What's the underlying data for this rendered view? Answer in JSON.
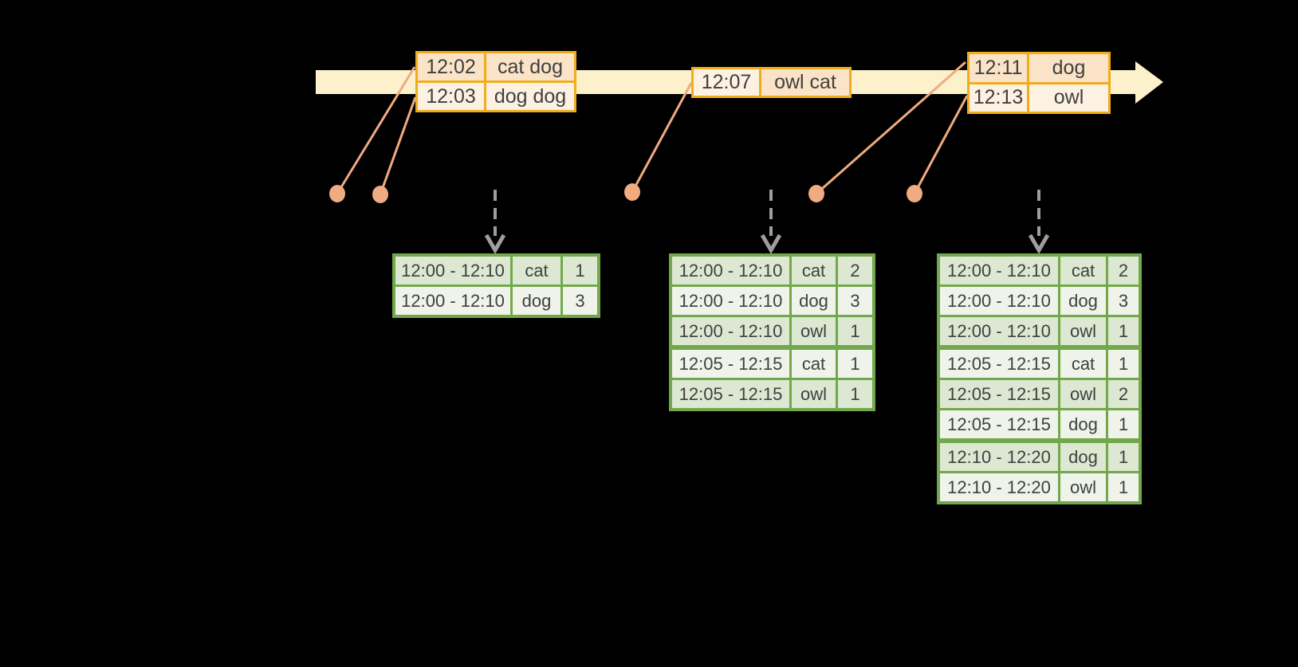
{
  "diagram": {
    "event_tables": [
      {
        "rows": [
          {
            "time": "12:02",
            "words": "cat dog"
          },
          {
            "time": "12:03",
            "words": "dog dog"
          }
        ]
      },
      {
        "rows": [
          {
            "time": "12:07",
            "words": "owl cat"
          }
        ]
      },
      {
        "rows": [
          {
            "time": "12:11",
            "words": "dog"
          },
          {
            "time": "12:13",
            "words": "owl"
          }
        ]
      }
    ],
    "result_tables": [
      {
        "groups": [
          {
            "rows": [
              {
                "window": "12:00 - 12:10",
                "word": "cat",
                "count": "1"
              },
              {
                "window": "12:00 - 12:10",
                "word": "dog",
                "count": "3"
              }
            ]
          }
        ]
      },
      {
        "groups": [
          {
            "rows": [
              {
                "window": "12:00 - 12:10",
                "word": "cat",
                "count": "2"
              },
              {
                "window": "12:00 - 12:10",
                "word": "dog",
                "count": "3"
              },
              {
                "window": "12:00 - 12:10",
                "word": "owl",
                "count": "1"
              }
            ]
          },
          {
            "rows": [
              {
                "window": "12:05 - 12:15",
                "word": "cat",
                "count": "1"
              },
              {
                "window": "12:05 - 12:15",
                "word": "owl",
                "count": "1"
              }
            ]
          }
        ]
      },
      {
        "groups": [
          {
            "rows": [
              {
                "window": "12:00 - 12:10",
                "word": "cat",
                "count": "2"
              },
              {
                "window": "12:00 - 12:10",
                "word": "dog",
                "count": "3"
              },
              {
                "window": "12:00 - 12:10",
                "word": "owl",
                "count": "1"
              }
            ]
          },
          {
            "rows": [
              {
                "window": "12:05 - 12:15",
                "word": "cat",
                "count": "1"
              },
              {
                "window": "12:05 - 12:15",
                "word": "owl",
                "count": "2"
              },
              {
                "window": "12:05 - 12:15",
                "word": "dog",
                "count": "1"
              }
            ]
          },
          {
            "rows": [
              {
                "window": "12:10 - 12:20",
                "word": "dog",
                "count": "1"
              },
              {
                "window": "12:10 - 12:20",
                "word": "owl",
                "count": "1"
              }
            ]
          }
        ]
      }
    ],
    "colors": {
      "background": "#000000",
      "timeline_yellow": "#FCF1CB",
      "event_border_gold": "#F1AC1C",
      "event_row_dark": "#FAE3C6",
      "event_row_light": "#FDF1E2",
      "connector_salmon": "#F0AB80",
      "trigger_arrow_gray": "#9E9E9E",
      "result_border_green": "#72A84B",
      "result_row_dark": "#DCE8D2",
      "result_row_light": "#EFF3EA",
      "text": "#404040"
    }
  }
}
